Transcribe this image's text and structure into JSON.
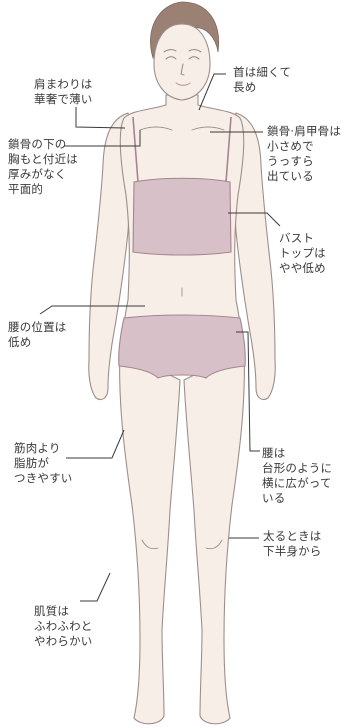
{
  "colors": {
    "background": "#ffffff",
    "skin": "#f8eee8",
    "outline": "#9c8f89",
    "hair": "#9a8174",
    "underwear": "#d8c0c8",
    "underwear_edge": "#a4848f",
    "text": "#3a3a3a",
    "leader_line": "#3a3a3a"
  },
  "annotations": [
    {
      "id": "shoulders",
      "text": "肩まわりは\n華奢で薄い"
    },
    {
      "id": "neck",
      "text": "首は細くて\n長め"
    },
    {
      "id": "collarbone",
      "text": "鎖骨·肩甲骨は\n小さめで\nうっすら\n出ている"
    },
    {
      "id": "chest",
      "text": "鎖骨の下の\n胸もと付近は\n厚みがなく\n平面的"
    },
    {
      "id": "bust",
      "text": "バスト\nトップは\nやや低め"
    },
    {
      "id": "waist",
      "text": "腰の位置は\n低め"
    },
    {
      "id": "hips",
      "text": "腰は\n台形のように\n横に広がって\nいる"
    },
    {
      "id": "muscle",
      "text": "筋肉より\n脂肪が\nつきやすい"
    },
    {
      "id": "weight",
      "text": "太るときは\n下半身から"
    },
    {
      "id": "skin",
      "text": "肌質は\nふわふわと\nやわらかい"
    }
  ]
}
